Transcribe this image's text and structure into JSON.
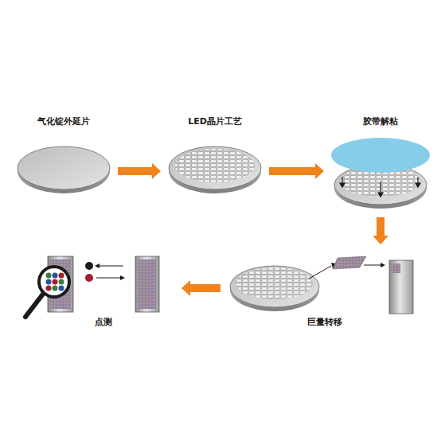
{
  "diagram": {
    "nodes": [
      {
        "text": [
          "气化锭外延片"
        ]
      },
      {
        "text": [
          "LED晶片工艺"
        ]
      },
      {
        "text": [
          "胶带解粘"
        ]
      },
      {
        "text": [
          "巨量转移"
        ]
      },
      {
        "text": [
          "点测"
        ]
      }
    ],
    "edges": [
      {
        "from": 0,
        "to": 1,
        "arrow": "to"
      },
      {
        "from": 1,
        "to": 2,
        "arrow": "to"
      },
      {
        "from": 2,
        "to": 3,
        "arrow": "to"
      },
      {
        "from": 3,
        "to": 4,
        "arrow": "to"
      }
    ]
  }
}
